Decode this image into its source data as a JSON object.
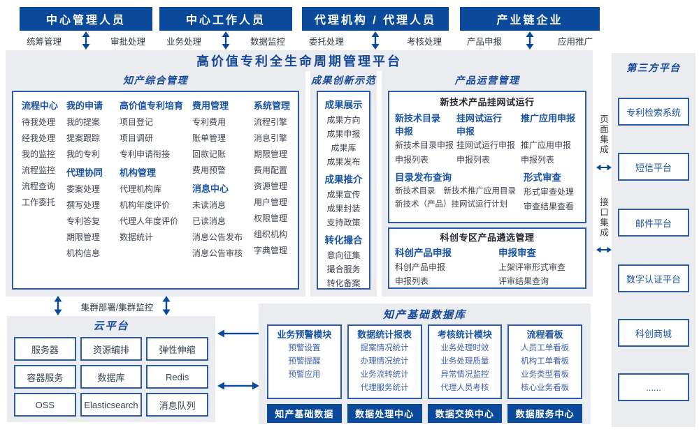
{
  "colors": {
    "deep_blue": "#0b4a9b",
    "title_blue": "#16489a",
    "head_blue": "#1d54a0",
    "item_gray": "#3f4450",
    "panel_gray": "#ebecf0",
    "border_blue": "#2c5ca8",
    "dark_header": "#23262e",
    "db_item_blue": "#3d5fa5"
  },
  "top_groups": [
    {
      "title": "中心管理人员",
      "left": "统筹管理",
      "right": "审批处理"
    },
    {
      "title": "中心工作人员",
      "left": "业务处理",
      "right": "数据监控"
    },
    {
      "title": "代理机构 / 代理人员",
      "left": "委托处理",
      "right": "考核处理"
    },
    {
      "title": "产业链企业",
      "left": "产品申报",
      "right": "应用推广"
    }
  ],
  "platform_title": "高价值专利全生命周期管理平台",
  "sec1": {
    "title": "知产综合管理",
    "columns": [
      [
        {
          "k": "h",
          "label": "流程中心"
        },
        {
          "k": "i",
          "label": "待我处理"
        },
        {
          "k": "i",
          "label": "经我处理"
        },
        {
          "k": "i",
          "label": "我的监控"
        },
        {
          "k": "i",
          "label": "流程监控"
        },
        {
          "k": "i",
          "label": "流程查询"
        },
        {
          "k": "i",
          "label": "工作委托"
        }
      ],
      [
        {
          "k": "h",
          "label": "我的申请"
        },
        {
          "k": "i",
          "label": "我的提案"
        },
        {
          "k": "i",
          "label": "提案跟踪"
        },
        {
          "k": "i",
          "label": "我的专利"
        },
        {
          "k": "h",
          "label": "代理协同"
        },
        {
          "k": "i",
          "label": "委案处理"
        },
        {
          "k": "i",
          "label": "撰写处理"
        },
        {
          "k": "i",
          "label": "专利答复"
        },
        {
          "k": "i",
          "label": "期限管理"
        },
        {
          "k": "i",
          "label": "机构信息"
        }
      ],
      [
        {
          "k": "h",
          "label": "高价值专利培育"
        },
        {
          "k": "i",
          "label": "项目登记"
        },
        {
          "k": "i",
          "label": "项目调研"
        },
        {
          "k": "i",
          "label": "专利申请衔接"
        },
        {
          "k": "h",
          "label": "机构管理"
        },
        {
          "k": "i",
          "label": "代理机构库"
        },
        {
          "k": "i",
          "label": "机构年度评价"
        },
        {
          "k": "i",
          "label": "代理人年度评价"
        },
        {
          "k": "i",
          "label": "数据统计"
        }
      ],
      [
        {
          "k": "h",
          "label": "费用管理"
        },
        {
          "k": "i",
          "label": "专利费用"
        },
        {
          "k": "i",
          "label": "账单管理"
        },
        {
          "k": "i",
          "label": "回款记账"
        },
        {
          "k": "i",
          "label": "费用预警"
        },
        {
          "k": "h",
          "label": "消息中心"
        },
        {
          "k": "i",
          "label": "未读消息"
        },
        {
          "k": "i",
          "label": "已读消息"
        },
        {
          "k": "i",
          "label": "消息公告发布"
        },
        {
          "k": "i",
          "label": "消息公告审核"
        }
      ],
      [
        {
          "k": "h",
          "label": "系统管理"
        },
        {
          "k": "i",
          "label": "流程引擎"
        },
        {
          "k": "i",
          "label": "消息引擎"
        },
        {
          "k": "i",
          "label": "期限管理"
        },
        {
          "k": "i",
          "label": "费用配置"
        },
        {
          "k": "i",
          "label": "资源管理"
        },
        {
          "k": "i",
          "label": "用户管理"
        },
        {
          "k": "i",
          "label": "权限管理"
        },
        {
          "k": "i",
          "label": "组织机构"
        },
        {
          "k": "i",
          "label": "字典管理"
        }
      ]
    ]
  },
  "sec2": {
    "title": "成果创新示范",
    "entries": [
      {
        "k": "h",
        "label": "成果展示"
      },
      {
        "k": "i",
        "label": "成果方向"
      },
      {
        "k": "i",
        "label": "成果申报"
      },
      {
        "k": "i",
        "label": "成果库"
      },
      {
        "k": "i",
        "label": "成果发布"
      },
      {
        "k": "h",
        "label": "成果推介"
      },
      {
        "k": "i",
        "label": "成果宣传"
      },
      {
        "k": "i",
        "label": "成果封装"
      },
      {
        "k": "i",
        "label": "支持政策"
      },
      {
        "k": "h",
        "label": "转化撮合"
      },
      {
        "k": "i",
        "label": "意向征集"
      },
      {
        "k": "i",
        "label": "撮合服务"
      },
      {
        "k": "i",
        "label": "转化备案"
      }
    ]
  },
  "sec3": {
    "title": "产品运营管理",
    "box1": {
      "title": "新技术产品挂网试运行",
      "columns": [
        {
          "head_line1": "新技术目录",
          "head_line2": "申报",
          "items": [
            "新技术目录申报",
            "申报列表"
          ]
        },
        {
          "head_line1": "挂网试运行",
          "head_line2": "申报",
          "items": [
            "挂网试运行申报",
            "申报列表"
          ]
        },
        {
          "head_line1": "推广应用申报",
          "head_line2": "",
          "items": [
            "推广应用申报",
            "申报列表"
          ]
        }
      ],
      "catalog": {
        "head": "目录发布查询",
        "row1a": "新技术目录",
        "row1b": "新技术推广应用目录",
        "row2": "新技术（产品）挂网试运行计划"
      },
      "review": {
        "head": "形式审查",
        "items": [
          "形式审查处理",
          "审查结果查看"
        ]
      }
    },
    "box2": {
      "title": "科创专区产品遴选管理",
      "columns": [
        {
          "head": "科创产品申报",
          "items": [
            "科创产品申报",
            "申报列表"
          ]
        },
        {
          "head": "申报审查",
          "items": [
            "上架评审形式审查",
            "评审结果查询"
          ]
        }
      ]
    }
  },
  "integration": {
    "page": "页面集成",
    "api": "接口集成"
  },
  "sidebar": {
    "title": "第三方平台",
    "boxes": [
      "专利检索系统",
      "短信平台",
      "邮件平台",
      "数字认证平台",
      "科创商城",
      "......"
    ]
  },
  "cluster_label": "集群部署/集群监控",
  "cloud": {
    "title": "云平台",
    "cells": [
      "服务器",
      "资源编排",
      "弹性伸缩",
      "容器服务",
      "数据库",
      "Redis",
      "OSS",
      "Elasticsearch",
      "消息队列"
    ]
  },
  "db": {
    "title": "知产基础数据库",
    "modules": [
      {
        "head": "业务预警模块",
        "items": [
          "预警设置",
          "预警提醒",
          "预警应用"
        ]
      },
      {
        "head": "数据统计报表",
        "items": [
          "提案情况统计",
          "办理情况统计",
          "业务流转统计",
          "代理服务统计"
        ]
      },
      {
        "head": "考核统计模块",
        "items": [
          "业务处理时效",
          "业务处理质量",
          "异常情况监控",
          "代理人员考核"
        ]
      },
      {
        "head": "流程看板",
        "items": [
          "人员工单看板",
          "机构工单看板",
          "业务类型看板",
          "核心业务看板"
        ]
      }
    ],
    "bars": [
      "知产基础数据",
      "数据处理中心",
      "数据交换中心",
      "数据服务中心"
    ]
  }
}
